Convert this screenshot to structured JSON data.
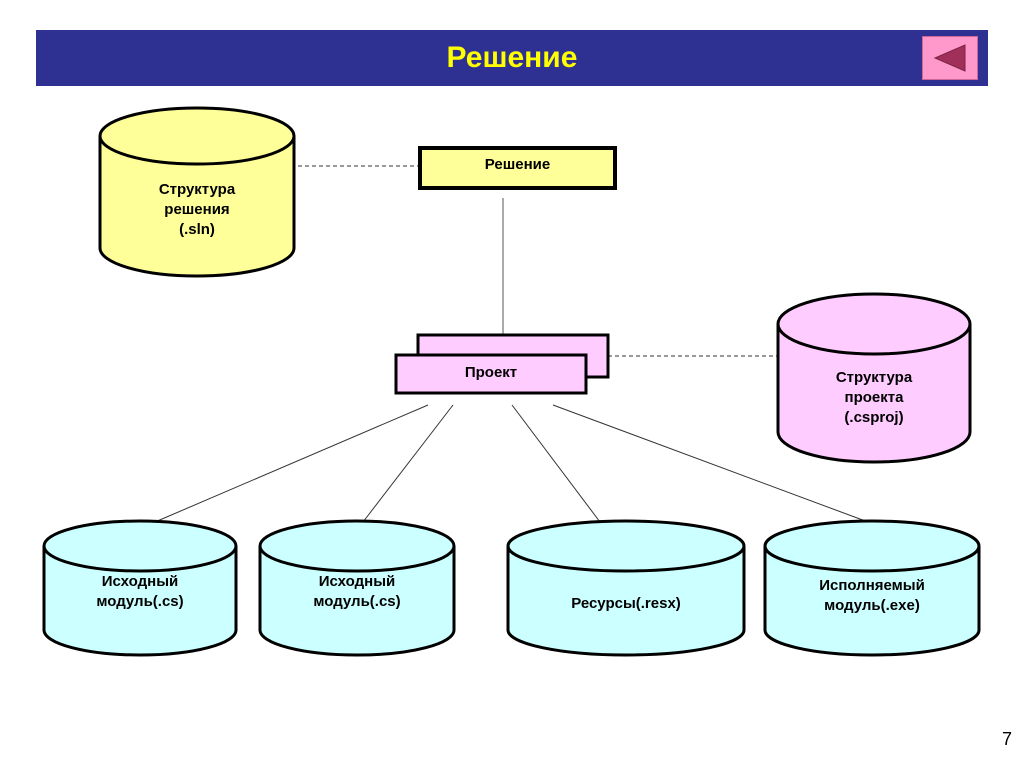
{
  "slide": {
    "title": "Решение",
    "page_number": "7"
  },
  "nodes": {
    "solution": "Решение",
    "project": "Проект"
  },
  "stores": {
    "solution_structure": {
      "line1": "Структура",
      "line2": "решения",
      "line3": "(.sln)"
    },
    "project_structure": {
      "line1": "Структура",
      "line2": "проекта",
      "line3": "(.csproj)"
    },
    "source1": {
      "line1": "Исходный",
      "line2": "модуль(.cs)"
    },
    "source2": {
      "line1": "Исходный",
      "line2": "модуль(.cs)"
    },
    "resources": {
      "line1": "Ресурсы(.resx)"
    },
    "executable": {
      "line1": "Исполняемый",
      "line2": "модуль(.exe)"
    }
  },
  "colors": {
    "title_bar": "#2e3191",
    "title_text": "#ffff00",
    "solution_fill": "#ffff99",
    "project_fill": "#ffccff",
    "module_fill": "#ccffff",
    "back_button": "#ff99cc"
  }
}
